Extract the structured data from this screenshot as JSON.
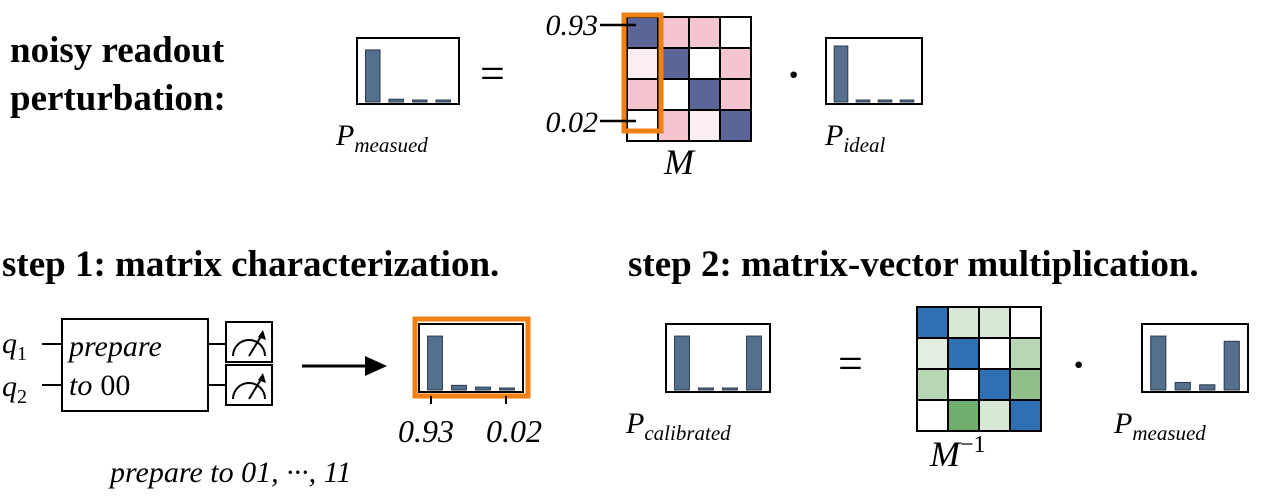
{
  "heading": {
    "line1": "noisy readout",
    "line2": "perturbation:"
  },
  "top": {
    "p_measured_sym": "P",
    "p_measured_sub": "measued",
    "equals": "=",
    "dot": "·",
    "p_ideal_sym": "P",
    "p_ideal_sub": "ideal",
    "matrix_label": "M",
    "label_top": "0.93",
    "label_bottom": "0.02",
    "hist_measured": [
      0.93,
      0.05,
      0.02,
      0.02
    ],
    "hist_ideal": [
      1,
      0,
      0,
      0
    ],
    "matrix_colors": [
      [
        "#5b6597",
        "#f4c5cf",
        "#f4c5cf",
        "#ffffff"
      ],
      [
        "#fbeef1",
        "#5b6597",
        "#ffffff",
        "#f4c5cf"
      ],
      [
        "#f4c5cf",
        "#ffffff",
        "#5b6597",
        "#f4c5cf"
      ],
      [
        "#ffffff",
        "#f4c5cf",
        "#fbeef1",
        "#5b6597"
      ]
    ]
  },
  "step1": {
    "title": "step 1: matrix characterization.",
    "q1_sym": "q",
    "q1_sub": "1",
    "q2_sym": "q",
    "q2_sub": "2",
    "box_line1": "prepare",
    "box_line2_it": "to",
    "box_line2_rm": "00",
    "tick_left": "0.93",
    "tick_right": "0.02",
    "caption": "prepare to 01, ···, 11",
    "hist": [
      0.93,
      0.08,
      0.05,
      0.01
    ]
  },
  "step2": {
    "title": "step 2: matrix-vector multiplication.",
    "p_cal_sym": "P",
    "p_cal_sub": "calibrated",
    "equals": "=",
    "dot": "·",
    "inv_sym": "M",
    "inv_sup": "−1",
    "p_meas_sym": "P",
    "p_meas_sub": "measued",
    "hist_calibrated": [
      0.93,
      0.0,
      0.0,
      0.93
    ],
    "hist_measured": [
      0.93,
      0.13,
      0.09,
      0.84
    ],
    "inv_matrix_colors": [
      [
        "#2f6fb4",
        "#d7e8d5",
        "#d7e8d5",
        "#ffffff"
      ],
      [
        "#e3eee2",
        "#2f6fb4",
        "#ffffff",
        "#b7d6b4"
      ],
      [
        "#b7d6b4",
        "#ffffff",
        "#2f6fb4",
        "#8fc08c"
      ],
      [
        "#ffffff",
        "#6fae6c",
        "#d7e8d5",
        "#2f6fb4"
      ]
    ]
  },
  "colors": {
    "bar": "#55708f",
    "accent": "#f07f14"
  }
}
